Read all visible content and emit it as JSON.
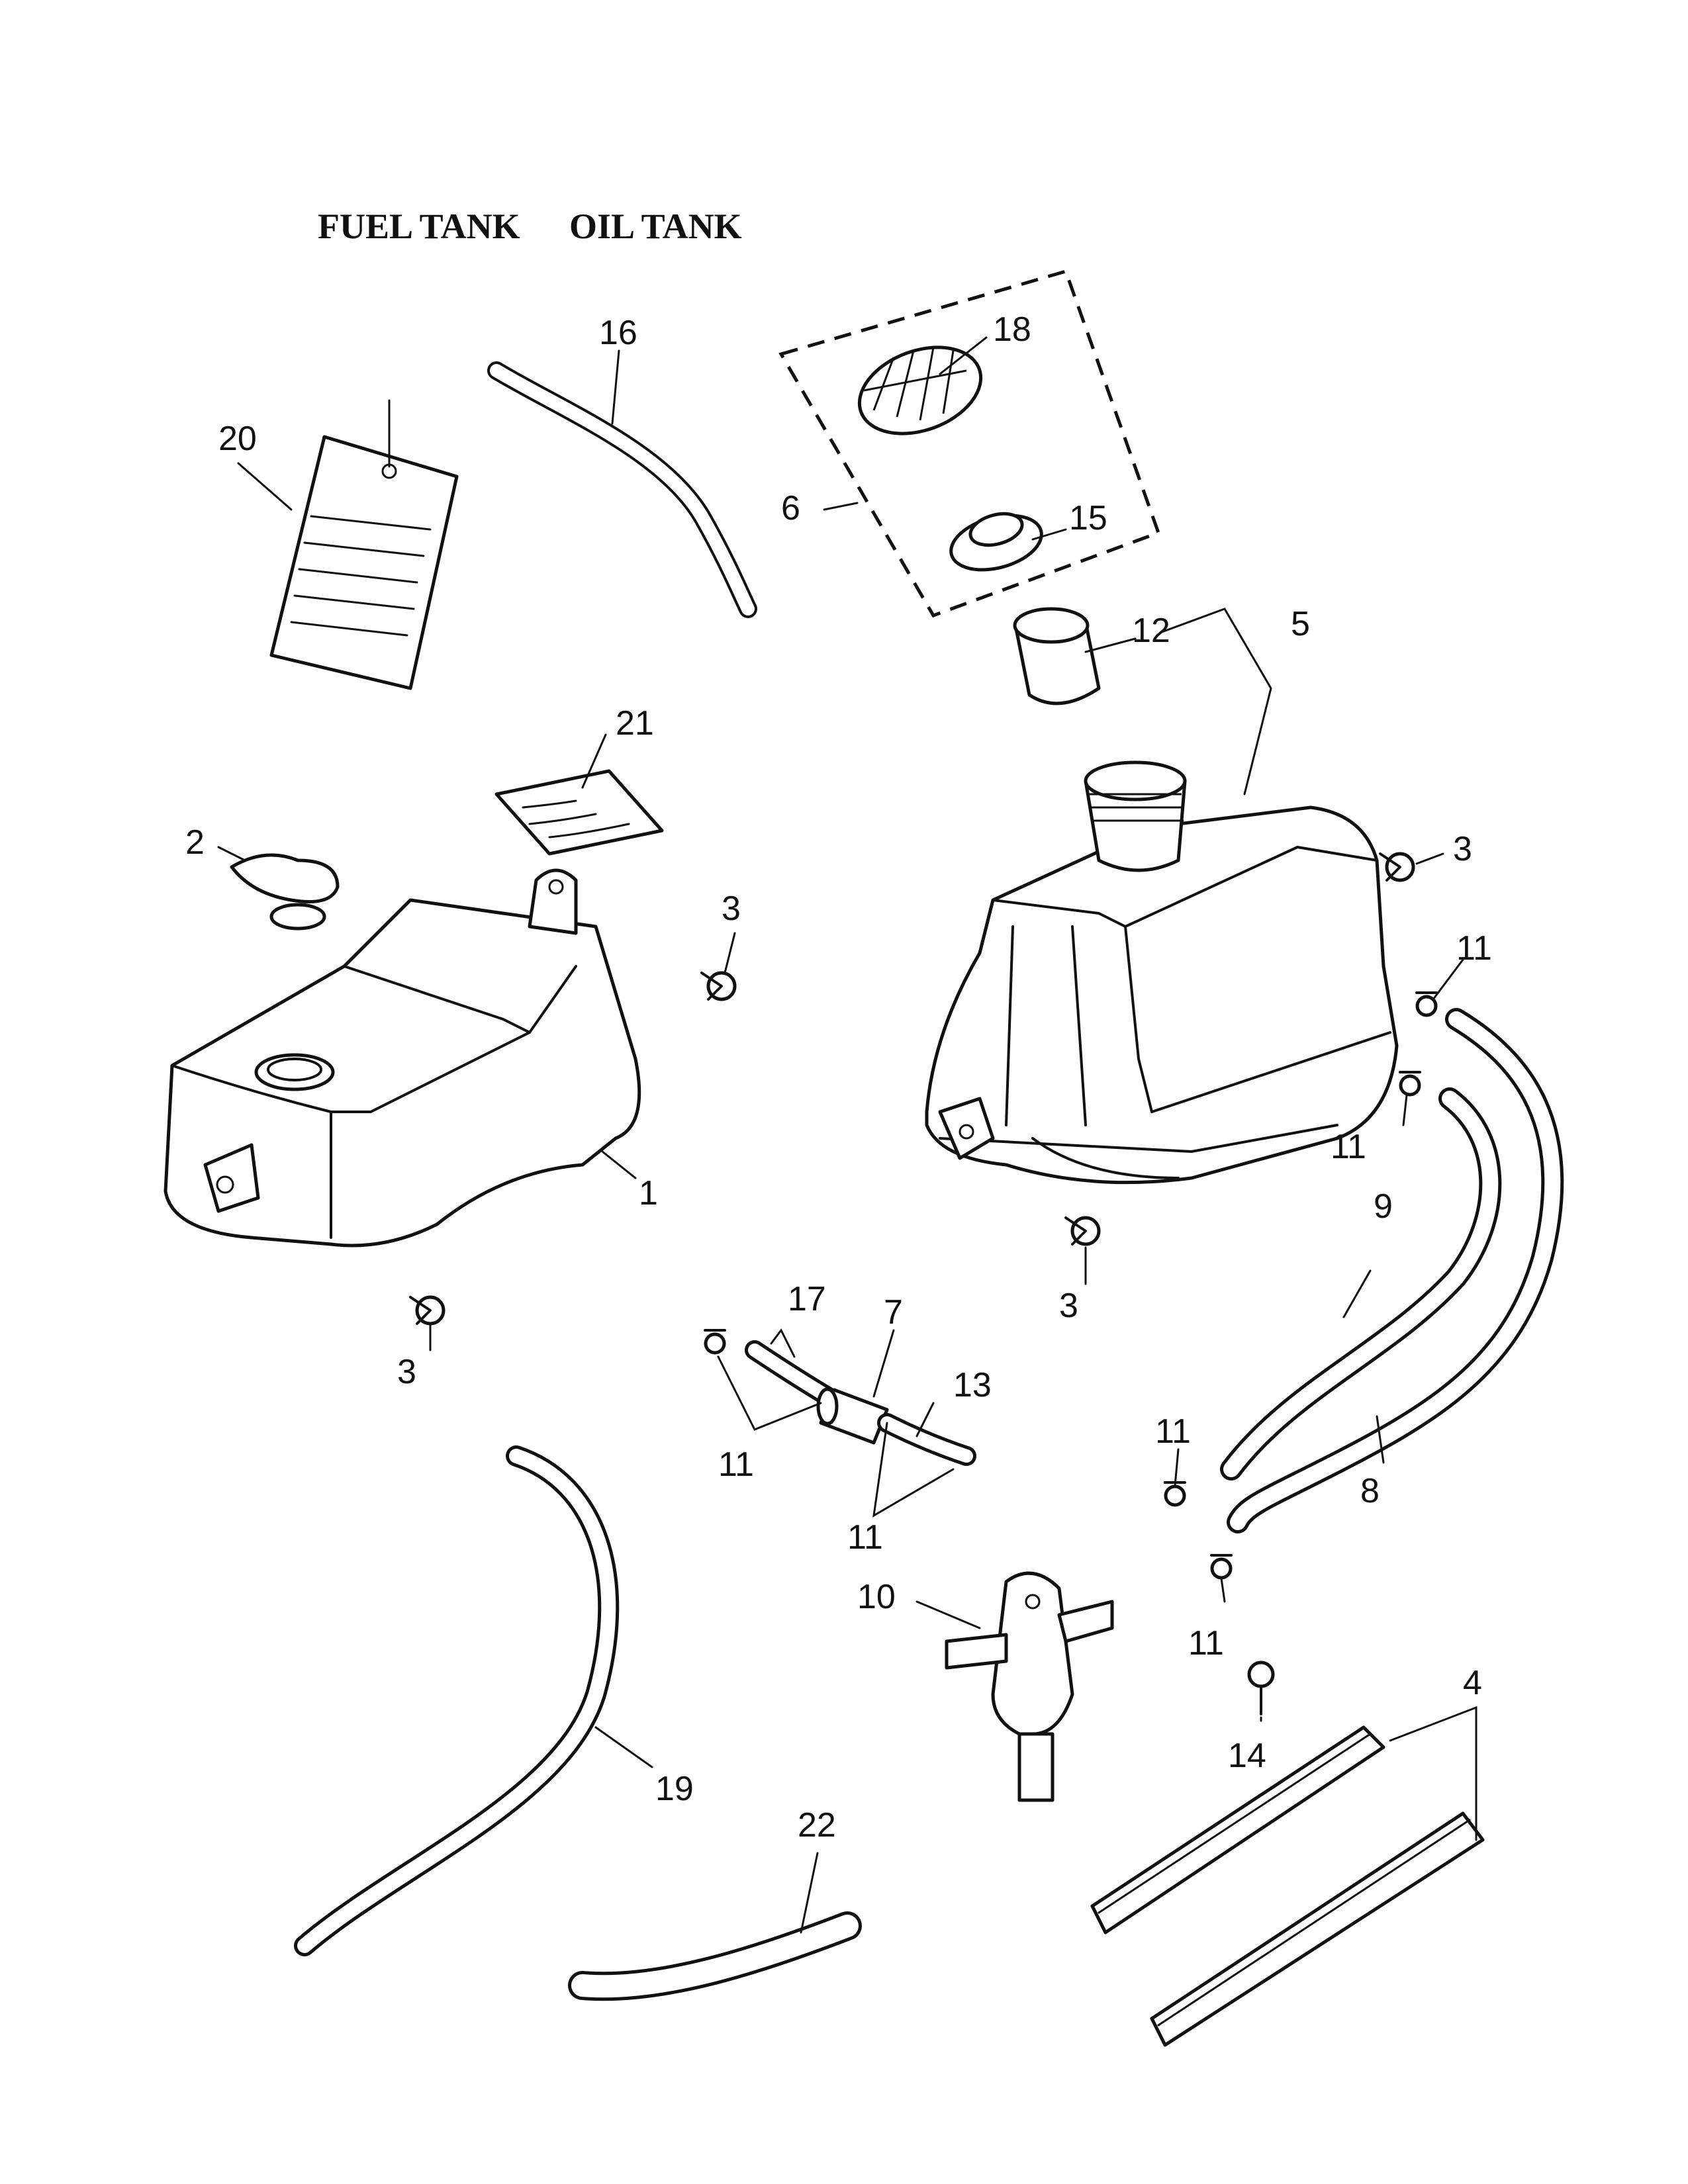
{
  "title": {
    "part1": "FUEL TANK",
    "part2": "OIL TANK"
  },
  "callouts": {
    "c1": "1",
    "c2": "2",
    "c3a": "3",
    "c3b": "3",
    "c3c": "3",
    "c3d": "3",
    "c4": "4",
    "c5": "5",
    "c6": "6",
    "c7": "7",
    "c8": "8",
    "c9": "9",
    "c10": "10",
    "c11a": "11",
    "c11b": "11",
    "c11c": "11",
    "c11d": "11",
    "c11e": "11",
    "c11f": "11",
    "c12": "12",
    "c13": "13",
    "c14": "14",
    "c15": "15",
    "c16": "16",
    "c17": "17",
    "c18": "18",
    "c19": "19",
    "c20": "20",
    "c21": "21",
    "c22": "22"
  }
}
